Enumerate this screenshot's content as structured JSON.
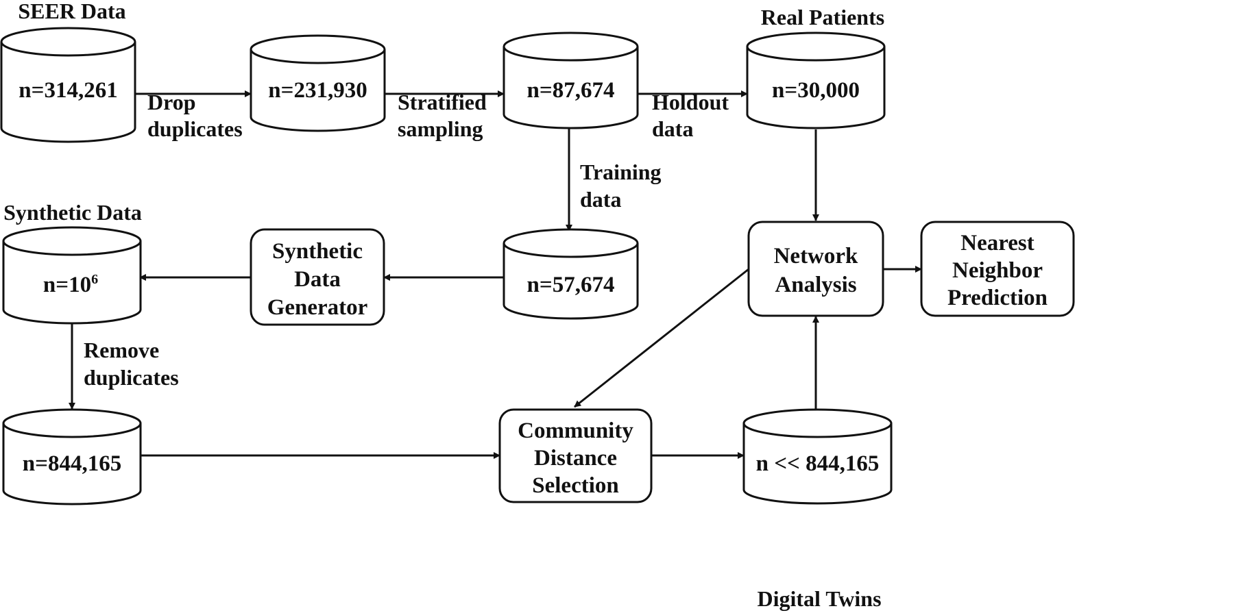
{
  "diagram": {
    "databases": {
      "seer": {
        "title": "SEER Data",
        "count": "n=314,261"
      },
      "dedup": {
        "count": "n=231,930"
      },
      "strat": {
        "count": "n=87,674"
      },
      "real": {
        "title": "Real Patients",
        "count": "n=30,000"
      },
      "train": {
        "count": "n=57,674"
      },
      "synth": {
        "title": "Synthetic Data",
        "count_base": "n=10",
        "count_exp": "6"
      },
      "synth_dedup": {
        "count": "n=844,165"
      },
      "twins": {
        "title": "Digital Twins",
        "count": "n << 844,165"
      }
    },
    "boxes": {
      "generator": {
        "lines": [
          "Synthetic",
          "Data",
          "Generator"
        ]
      },
      "network": {
        "lines": [
          "Network",
          "Analysis"
        ]
      },
      "nearest": {
        "lines": [
          "Nearest",
          "Neighbor",
          "Prediction"
        ]
      },
      "community": {
        "lines": [
          "Community",
          "Distance",
          "Selection"
        ]
      }
    },
    "edge_labels": {
      "drop": [
        "Drop",
        "duplicates"
      ],
      "strat": [
        "Stratified",
        "sampling"
      ],
      "holdout": [
        "Holdout",
        "data"
      ],
      "training": [
        "Training",
        "data"
      ],
      "remove": [
        "Remove",
        "duplicates"
      ]
    }
  }
}
